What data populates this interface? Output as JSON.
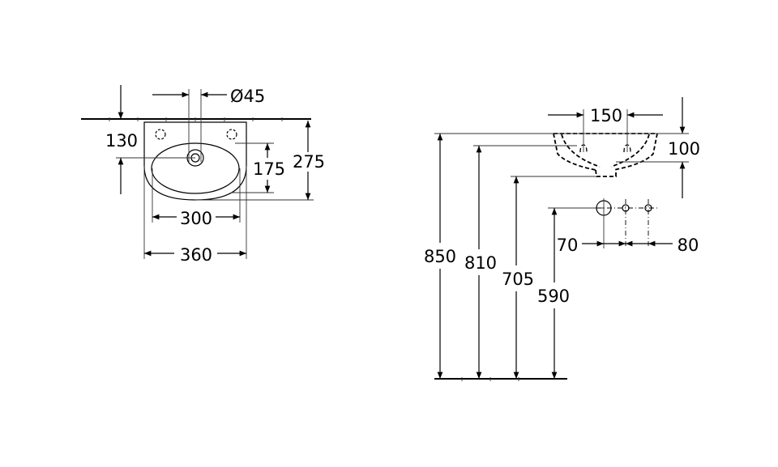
{
  "top_view": {
    "labels": {
      "diameter": "Ø45",
      "tap_hole_offset": "130",
      "bowl_depth": "175",
      "total_depth": "275",
      "bowl_width": "300",
      "total_width": "360"
    }
  },
  "side_view": {
    "labels": {
      "hole_spacing": "150",
      "basin_height": "100",
      "waste_spacing_1": "70",
      "waste_spacing_2": "80",
      "rim_height": "850",
      "overflow_height": "810",
      "waste_outlet_height": "705",
      "supply_height": "590"
    }
  }
}
